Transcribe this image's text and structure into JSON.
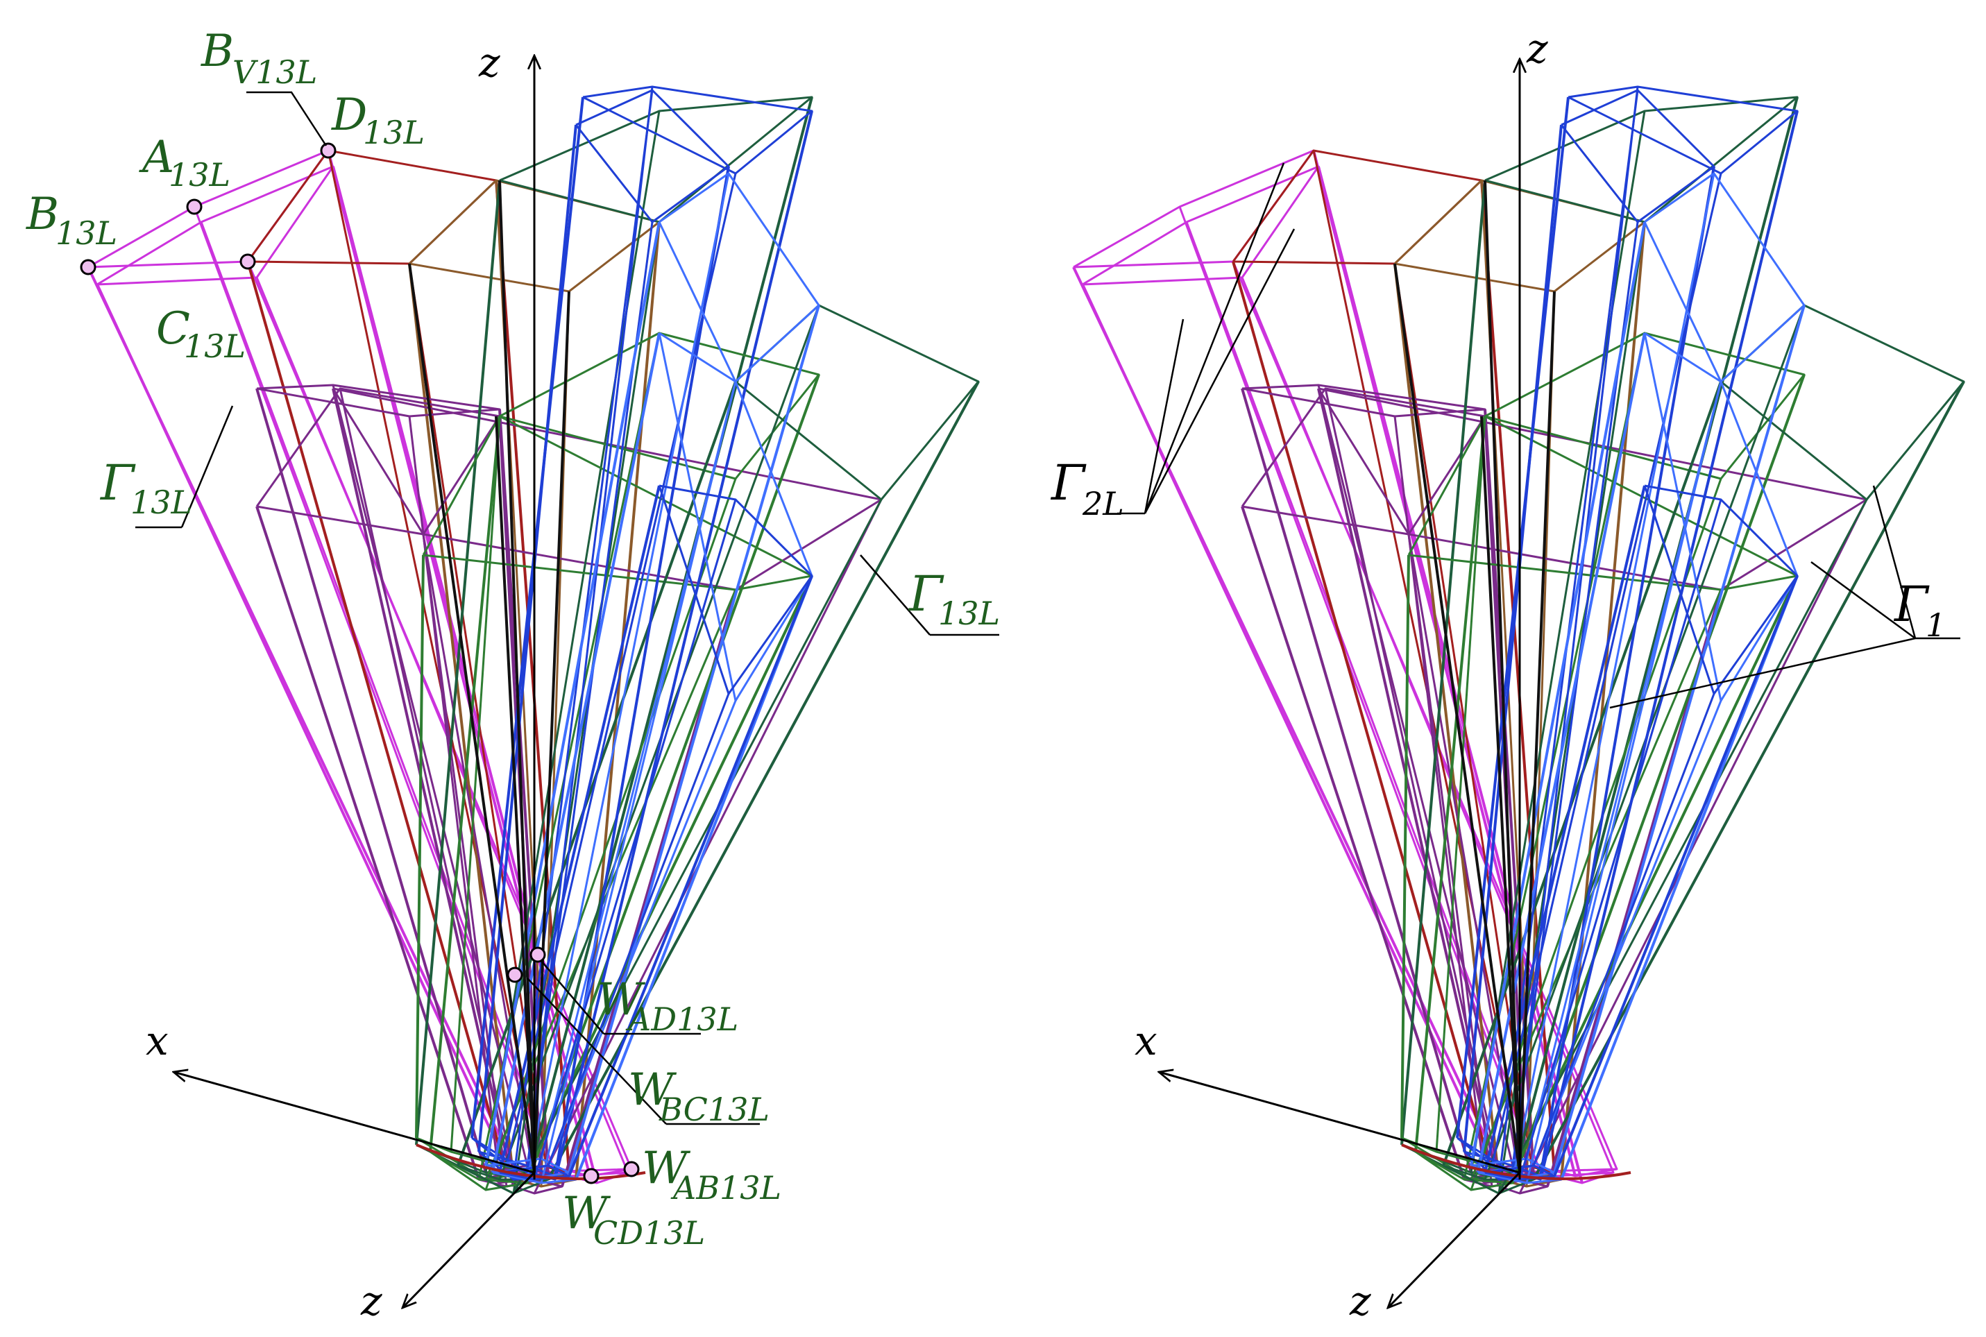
{
  "colors": {
    "magenta": "#cc33dd",
    "violet": "#7a2a8a",
    "red": "#a31f1f",
    "brown": "#8b5a2b",
    "green": "#2e7d32",
    "darkgreen": "#1e5e3e",
    "blue": "#1f3fd6",
    "lightblue": "#3f6fff",
    "black": "#111111",
    "label_green": "#1f5e1f"
  },
  "left": {
    "axes": {
      "z_up": "z",
      "x": "x",
      "z_down": "z"
    },
    "labels": {
      "Bv": {
        "main": "B",
        "sub": "V13L"
      },
      "A": {
        "main": "A",
        "sub": "13L"
      },
      "D": {
        "main": "D",
        "sub": "13L"
      },
      "B": {
        "main": "B",
        "sub": "13L"
      },
      "C": {
        "main": "C",
        "sub": "13L"
      },
      "G_left": {
        "main": "Γ",
        "sub": "13L"
      },
      "G_right": {
        "main": "Γ",
        "sub": "13L"
      },
      "Wad": {
        "main": "W",
        "sub": "AD13L"
      },
      "Wbc": {
        "main": "W",
        "sub": "BC13L"
      },
      "Wab": {
        "main": "W",
        "sub": "AB13L"
      },
      "Wcd": {
        "main": "W",
        "sub": "CD13L"
      }
    }
  },
  "right": {
    "axes": {
      "z_up": "z",
      "x": "x",
      "z_down": "z"
    },
    "labels": {
      "G2": {
        "main": "Γ",
        "sub": "2L"
      },
      "G1": {
        "main": "Γ",
        "sub": "1"
      }
    }
  }
}
